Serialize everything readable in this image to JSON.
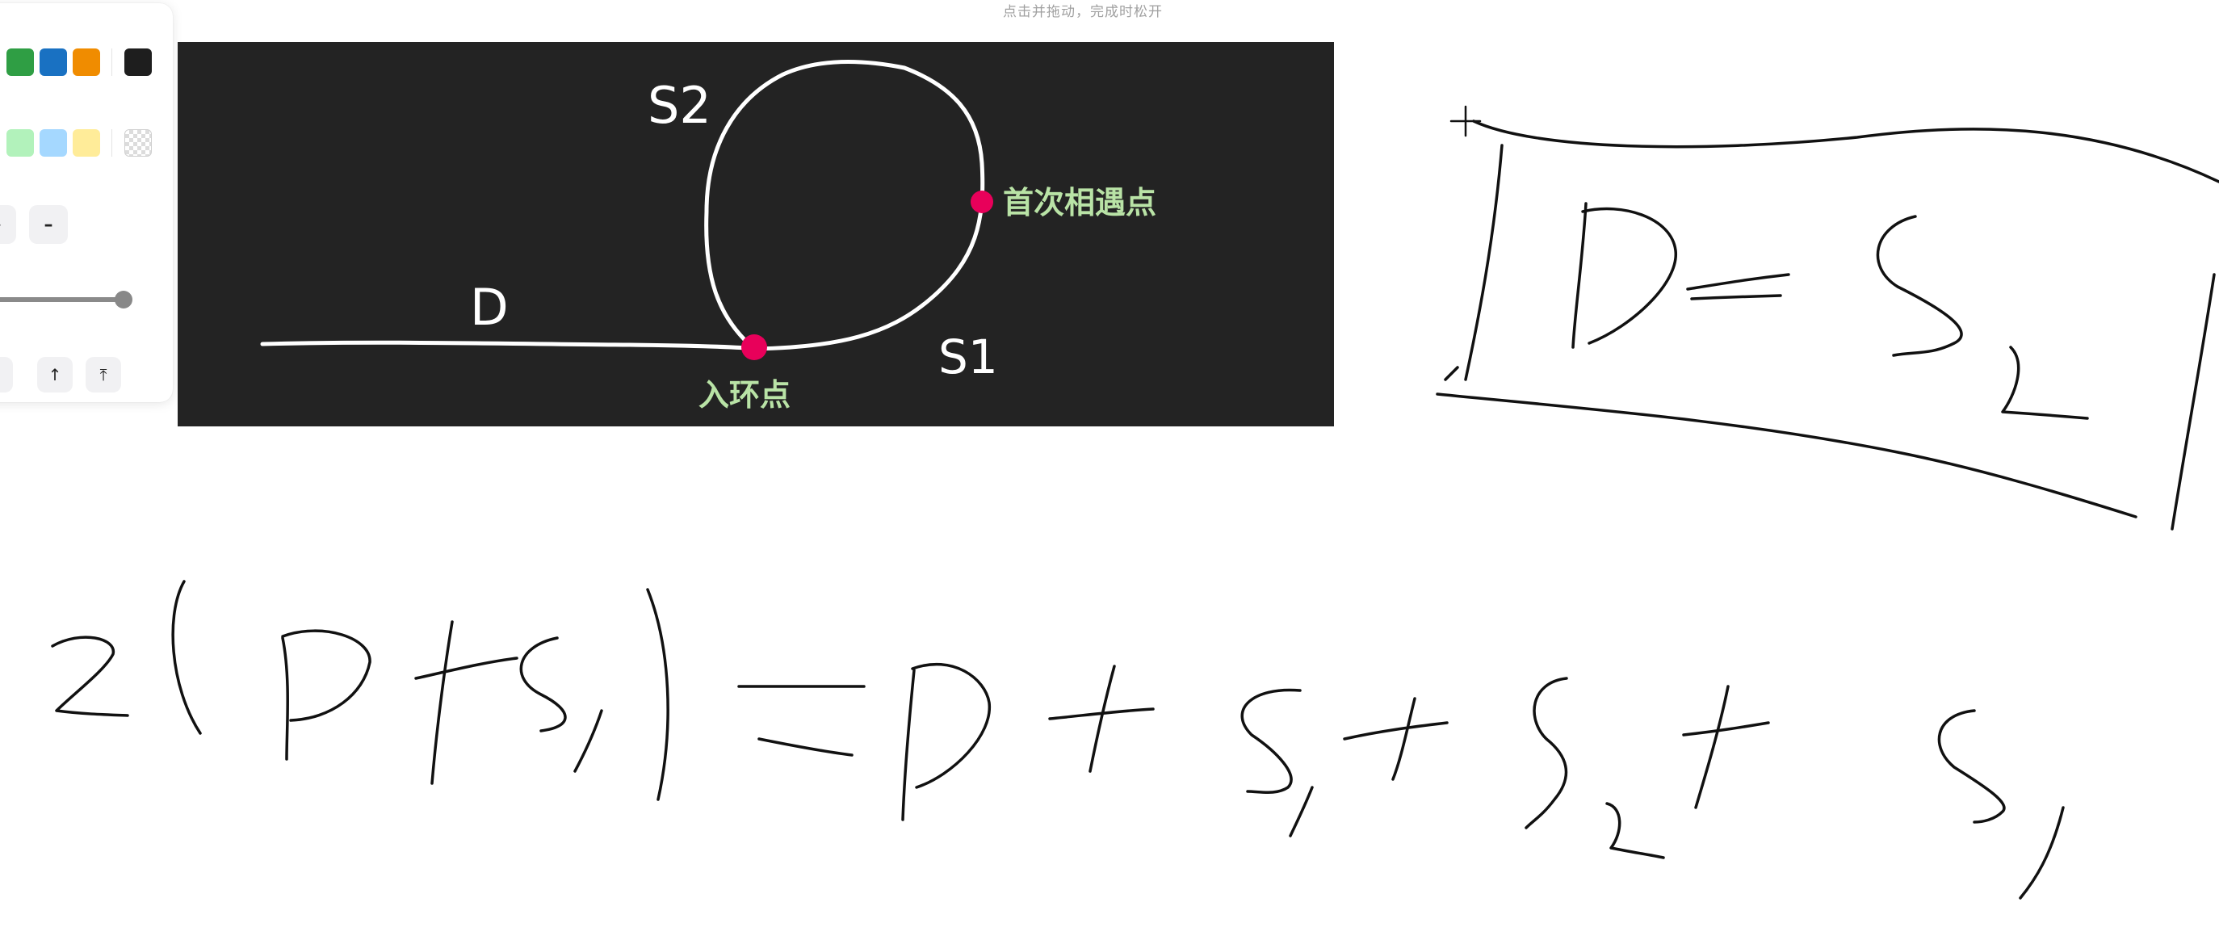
{
  "hint": {
    "text": "点击并拖动，完成时松开"
  },
  "toolbar": {
    "stroke_colors": [
      "#2f9e44",
      "#1971c2",
      "#f08c00",
      "#1e1e1e"
    ],
    "fill_colors": [
      "#b2f2bb",
      "#a5d8ff",
      "#ffec99",
      "transparent"
    ],
    "width_buttons": [
      "–",
      "–"
    ],
    "order_buttons": [
      "↓",
      "↑",
      "⤒"
    ]
  },
  "diagram": {
    "label_s2": "S2",
    "label_d": "D",
    "label_s1": "S1",
    "label_meet": "首次相遇点",
    "label_entry": "入环点",
    "point_color": "#e8005a"
  },
  "cursor": {
    "icon": "crosshair-icon"
  }
}
